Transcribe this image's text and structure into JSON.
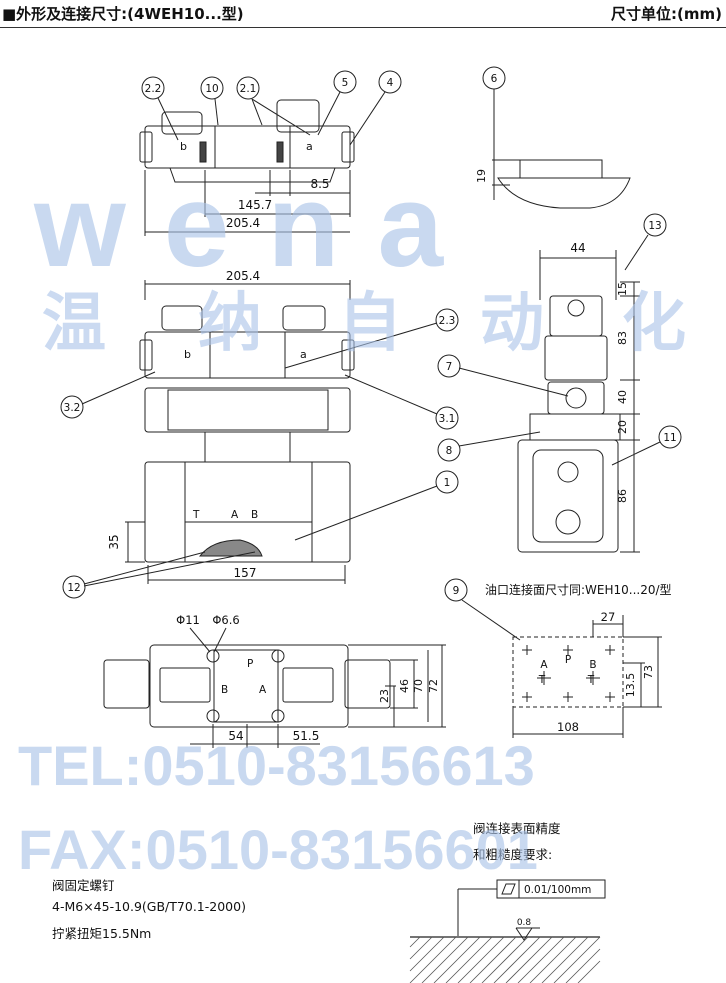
{
  "header": {
    "title": "■外形及连接尺寸:(4WEH10...型)",
    "unit": "尺寸单位:(mm)"
  },
  "watermark": {
    "brand": "wena",
    "cn": [
      "温",
      "纳",
      "自",
      "动",
      "化"
    ],
    "tel": "TEL:0510-83156613",
    "fax": "FAX:0510-83156601"
  },
  "top_view": {
    "callouts": [
      "2.2",
      "10",
      "2.1",
      "5",
      "4"
    ],
    "port_labels": [
      "b",
      "a"
    ],
    "dims": [
      "8.5",
      "145.7",
      "205.4"
    ]
  },
  "side_top": {
    "callout": "6",
    "dim": "19"
  },
  "front_view": {
    "callouts": [
      "2.3",
      "3.2",
      "3.1",
      "1",
      "12"
    ],
    "port_labels": [
      "b",
      "a",
      "T",
      "A",
      "B"
    ],
    "dims": [
      "205.4",
      "35",
      "157"
    ]
  },
  "side_view": {
    "callouts": [
      "13",
      "7",
      "8",
      "11"
    ],
    "dims": [
      "44",
      "15",
      "83",
      "40",
      "20",
      "86"
    ]
  },
  "bottom_view": {
    "port_labels": [
      "P",
      "B",
      "A"
    ],
    "diameters": [
      "Φ11",
      "Φ6.6"
    ],
    "dims": [
      "54",
      "51.5",
      "23",
      "46",
      "70",
      "72"
    ]
  },
  "interface": {
    "callout": "9",
    "caption": "油口连接面尺寸同:WEH10...20/型",
    "port_labels": [
      "P",
      "A",
      "T",
      "B",
      "T"
    ],
    "dims": [
      "27",
      "13.5",
      "73",
      "108"
    ]
  },
  "surface": {
    "title_line1": "阀连接表面精度",
    "title_line2": "和粗糙度要求:",
    "flatness": "0.01/100mm",
    "roughness": "0.8"
  },
  "screws": {
    "line1": "阀固定螺钉",
    "line2": "4-M6×45-10.9(GB/T70.1-2000)",
    "line3": "拧紧扭矩15.5Nm"
  }
}
